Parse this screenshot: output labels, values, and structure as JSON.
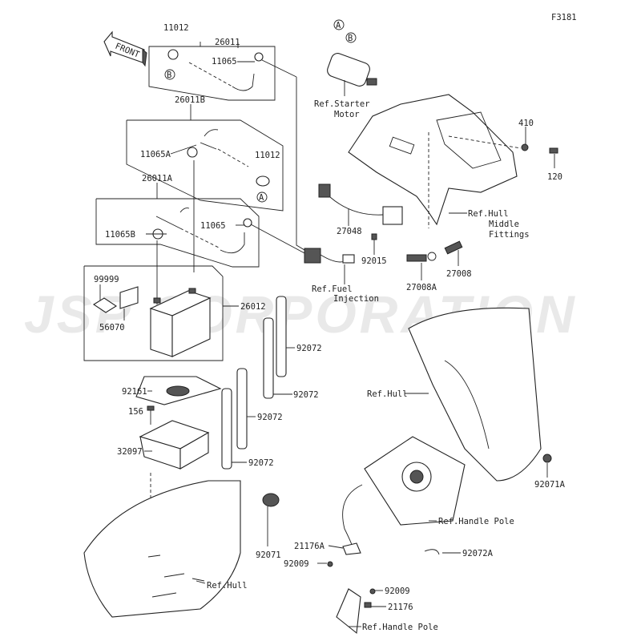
{
  "figure_code": "F3181",
  "front_arrow": "FRONT",
  "watermark": "JSP CORPORATION",
  "labels": {
    "p26011": "26011",
    "p11012_top": "11012",
    "ref_b_top": "B",
    "p11065_top": "11065",
    "ref_a_starter": "A",
    "ref_b_starter": "B",
    "starter_1": "Ref.Starter",
    "starter_2": "Motor",
    "p26011B": "26011B",
    "p11065A": "11065A",
    "p11012_mid": "11012",
    "ref_a_mid": "A",
    "p26011A": "26011A",
    "p11065_mid": "11065",
    "p11065B": "11065B",
    "p99999": "99999",
    "p56070": "56070",
    "p26012": "26012",
    "fuel_1": "Ref.Fuel",
    "fuel_2": "Injection",
    "p27048": "27048",
    "p92015": "92015",
    "p27008A": "27008A",
    "p27008": "27008",
    "p410": "410",
    "p120": "120",
    "hull_mid_1": "Ref.Hull",
    "hull_mid_2": "Middle",
    "hull_mid_3": "Fittings",
    "p92072_a": "92072",
    "p92072_b": "92072",
    "p92072_c": "92072",
    "p92072_d": "92072",
    "ref_hull_right": "Ref.Hull",
    "p92161": "92161",
    "p156": "156",
    "p32097": "32097",
    "p92071A": "92071A",
    "p92071": "92071",
    "handle_pole_1": "Ref.Handle Pole",
    "p21176A": "21176A",
    "p92009_a": "92009",
    "p92072A": "92072A",
    "p92009_b": "92009",
    "p21176": "21176",
    "handle_pole_2": "Ref.Handle Pole",
    "ref_hull_left": "Ref.Hull"
  }
}
